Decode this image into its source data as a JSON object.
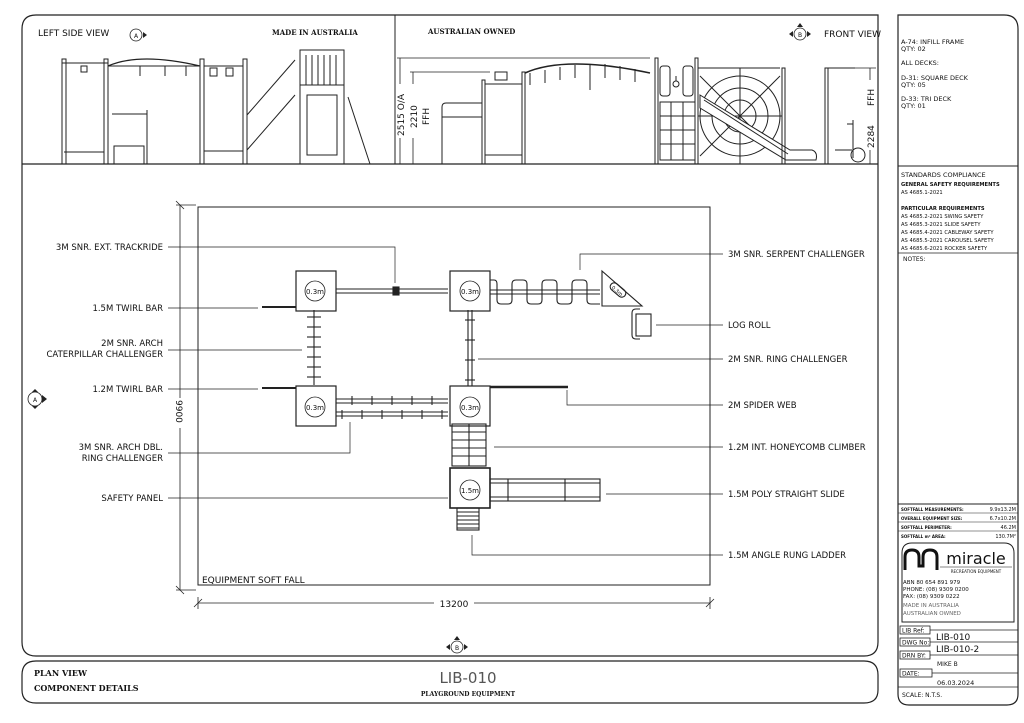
{
  "elevations": {
    "left_view_title": "LEFT SIDE VIEW",
    "left_marker": "A",
    "made_in": "MADE IN AUSTRALIA",
    "owned": "AUSTRALIAN OWNED",
    "front_marker": "B",
    "front_view_title": "FRONT VIEW",
    "dim_overall": "2515 O/A",
    "dim_ffh_1": "2210",
    "dim_ffh_1_label": "FFH",
    "dim_ffh_2": "2284",
    "dim_ffh_2_label": "FFH"
  },
  "plan": {
    "softfall_label": "EQUIPMENT SOFT FALL",
    "dim_width": "13200",
    "dim_depth": "9900",
    "marker_left": "A",
    "marker_bottom": "B",
    "decks": [
      {
        "label": "0.3m"
      },
      {
        "label": "0.3m"
      },
      {
        "label": "0.3m"
      },
      {
        "label": "0.3m"
      },
      {
        "label": "1.5m"
      },
      {
        "label": "0.3m"
      }
    ],
    "left_callouts": [
      "3M SNR. EXT. TRACKRIDE",
      "1.5M TWIRL BAR",
      "2M SNR. ARCH",
      "CATERPILLAR CHALLENGER",
      "1.2M TWIRL BAR",
      "3M SNR. ARCH DBL.",
      "RING CHALLENGER",
      "SAFETY PANEL"
    ],
    "right_callouts": [
      "3M SNR. SERPENT CHALLENGER",
      "LOG ROLL",
      "2M SNR. RING CHALLENGER",
      "2M SPIDER WEB",
      "1.2M INT. HONEYCOMB CLIMBER",
      "1.5M POLY STRAIGHT SLIDE",
      "1.5M ANGLE RUNG LADDER"
    ]
  },
  "title_block": {
    "left_line1": "PLAN VIEW",
    "left_line2": "COMPONENT DETAILS",
    "code": "LIB-010",
    "subtitle": "PLAYGROUND EQUIPMENT"
  },
  "side_panel": {
    "parts": [
      "A-74: INFILL FRAME",
      "QTY: 02",
      "ALL DECKS:",
      "D-31: SQUARE DECK",
      "QTY: 05",
      "D-33: TRI DECK",
      "QTY: 01"
    ],
    "standards_title": "STANDARDS COMPLIANCE",
    "general_title": "GENERAL SAFETY REQUIREMENTS",
    "general_std": "AS 4685.1-2021",
    "particular_title": "PARTICULAR REQUIREMENTS",
    "particular": [
      "AS 4685.2-2021 SWING SAFETY",
      "AS 4685.3-2021 SLIDE SAFETY",
      "AS 4685.4-2021 CABLEWAY SAFETY",
      "AS 4685.5-2021 CAROUSEL SAFETY",
      "AS 4685.6-2021 ROCKER SAFETY"
    ],
    "notes_label": "NOTES:",
    "measurements": [
      {
        "label": "SOFTFALL MEASUREMENTS:",
        "value": "9.9x13.2M"
      },
      {
        "label": "OVERALL EQUIPMENT SIZE:",
        "value": "6.7x10.2M"
      },
      {
        "label": "SOFTFALL PERIMETER:",
        "value": "46.2M"
      },
      {
        "label": "SOFTFALL m² AREA:",
        "value": "130.7M²"
      }
    ],
    "brand": "miracle",
    "brand_tag": "RECREATION EQUIPMENT",
    "abn": "ABN 80 654 891 979",
    "phone": "PHONE: (08) 9309 0200",
    "fax": "FAX:    (08) 9309 0222",
    "made": "MADE IN AUSTRALIA",
    "owned": "AUSTRALIAN OWNED",
    "lib_ref_label": "LIB Ref:",
    "lib_ref": "LIB-010",
    "dwg_no_label": "DWG No:",
    "dwg_no": "LIB-010-2",
    "drn_by_label": "DRN BY:",
    "drn_by": "MIKE B",
    "date_label": "DATE:",
    "date": "06.03.2024",
    "scale": "SCALE: N.T.S."
  },
  "colors": {
    "line": "#222222",
    "background": "#ffffff"
  }
}
